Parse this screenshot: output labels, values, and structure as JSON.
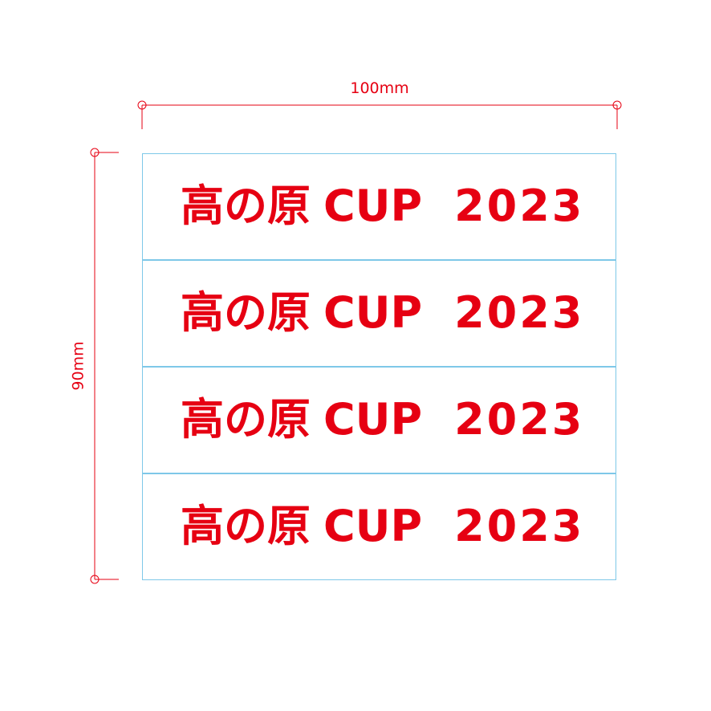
{
  "dimensions": {
    "width_label": "100mm",
    "height_label": "90mm"
  },
  "labels": [
    {
      "name_jp": "高の原",
      "event": "CUP",
      "year": "2023"
    },
    {
      "name_jp": "高の原",
      "event": "CUP",
      "year": "2023"
    },
    {
      "name_jp": "高の原",
      "event": "CUP",
      "year": "2023"
    },
    {
      "name_jp": "高の原",
      "event": "CUP",
      "year": "2023"
    }
  ],
  "colors": {
    "text": "#e60012",
    "dimension_line": "#e60012",
    "cut_line": "#7ec8e8",
    "background": "#ffffff"
  }
}
